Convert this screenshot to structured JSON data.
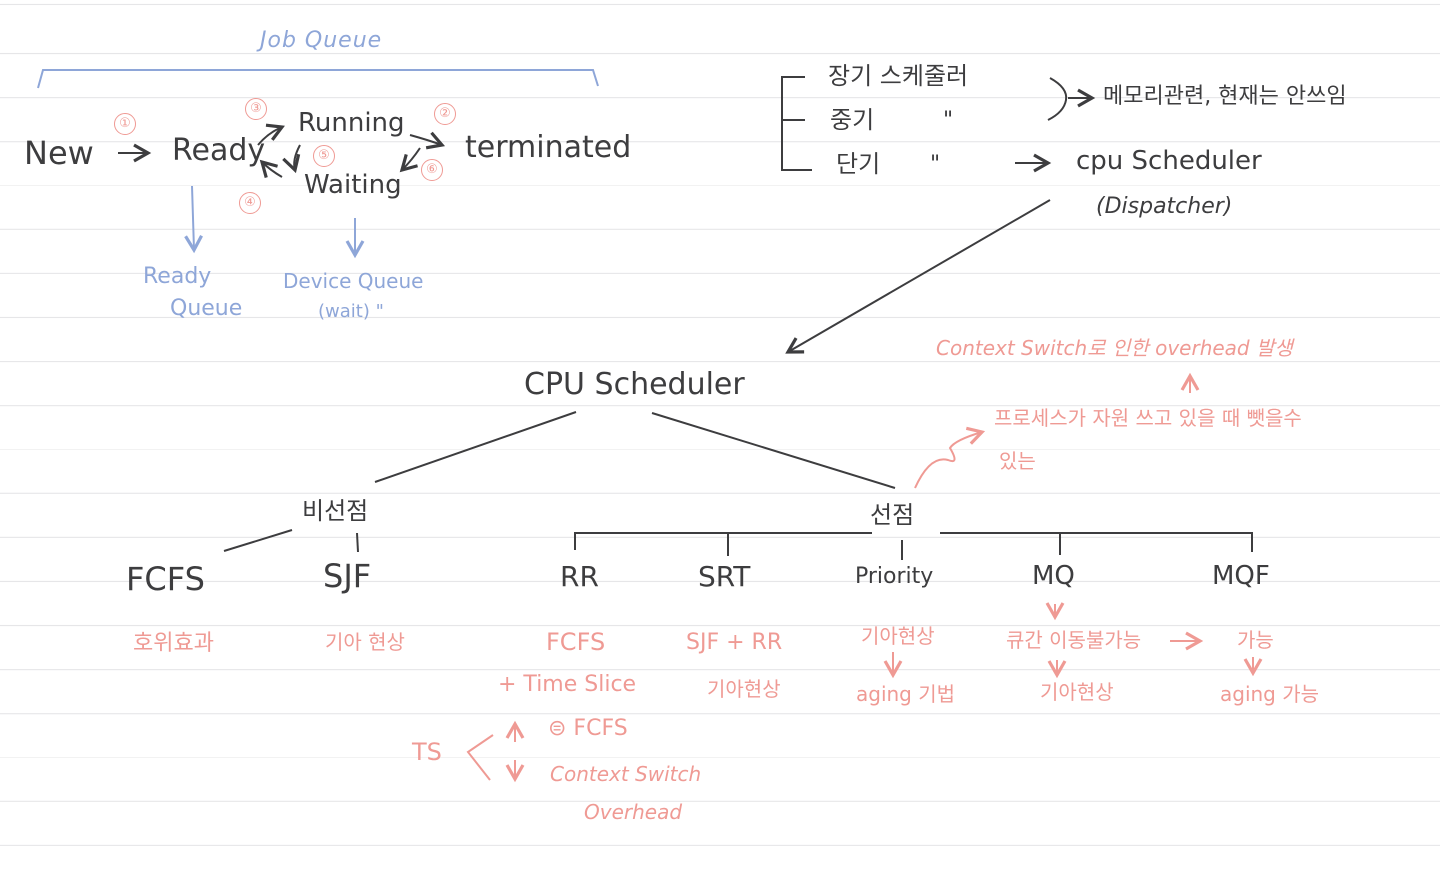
{
  "colors": {
    "ink": "#3d3d3f",
    "blue": "#8ea6d8",
    "pink": "#ef9a94",
    "ruled_line": "#e6e6e8"
  },
  "job_queue": {
    "label": "Job Queue"
  },
  "states": {
    "new": "New",
    "ready": "Ready",
    "running": "Running",
    "waiting": "Waiting",
    "terminated": "terminated",
    "numbers": [
      "①",
      "②",
      "③",
      "④",
      "⑤",
      "⑥"
    ]
  },
  "queues": {
    "ready_queue": [
      "Ready",
      "Queue"
    ],
    "device_queue": [
      "Device Queue",
      "(wait) \""
    ]
  },
  "schedulers": {
    "long_term": "장기 스케줄러",
    "mid_term": "중기",
    "short_term": "단기",
    "ditto": "\"",
    "memory_note": "메모리관련, 현재는 안쓰임",
    "cpu_scheduler": "cpu Scheduler",
    "dispatcher": "(Dispatcher)"
  },
  "tree": {
    "root": "CPU Scheduler",
    "non_preemptive": "비선점",
    "preemptive": "선점",
    "algorithms": {
      "fcfs": "FCFS",
      "sjf": "SJF",
      "rr": "RR",
      "srt": "SRT",
      "priority": "Priority",
      "mq": "MQ",
      "mqf": "MQF"
    }
  },
  "notes": {
    "context_switch_overhead": "Context Switch로 인한 overhead 발생",
    "preempt_note": [
      "프로세스가 자원 쓰고 있을 때 뺏을수",
      "있는"
    ],
    "fcfs": "호위효과",
    "sjf": "기아 현상",
    "rr": [
      "FCFS",
      "+ Time Slice"
    ],
    "srt": [
      "SJF + RR",
      "기아현상"
    ],
    "priority": [
      "기아현상",
      "aging 기법"
    ],
    "mq": [
      "큐간 이동불가능",
      "기아현상"
    ],
    "mqf": [
      "가능",
      "aging 가능"
    ],
    "ts": {
      "label": "TS",
      "up": "⊜ FCFS",
      "down": [
        "Context Switch",
        "Overhead"
      ]
    }
  }
}
